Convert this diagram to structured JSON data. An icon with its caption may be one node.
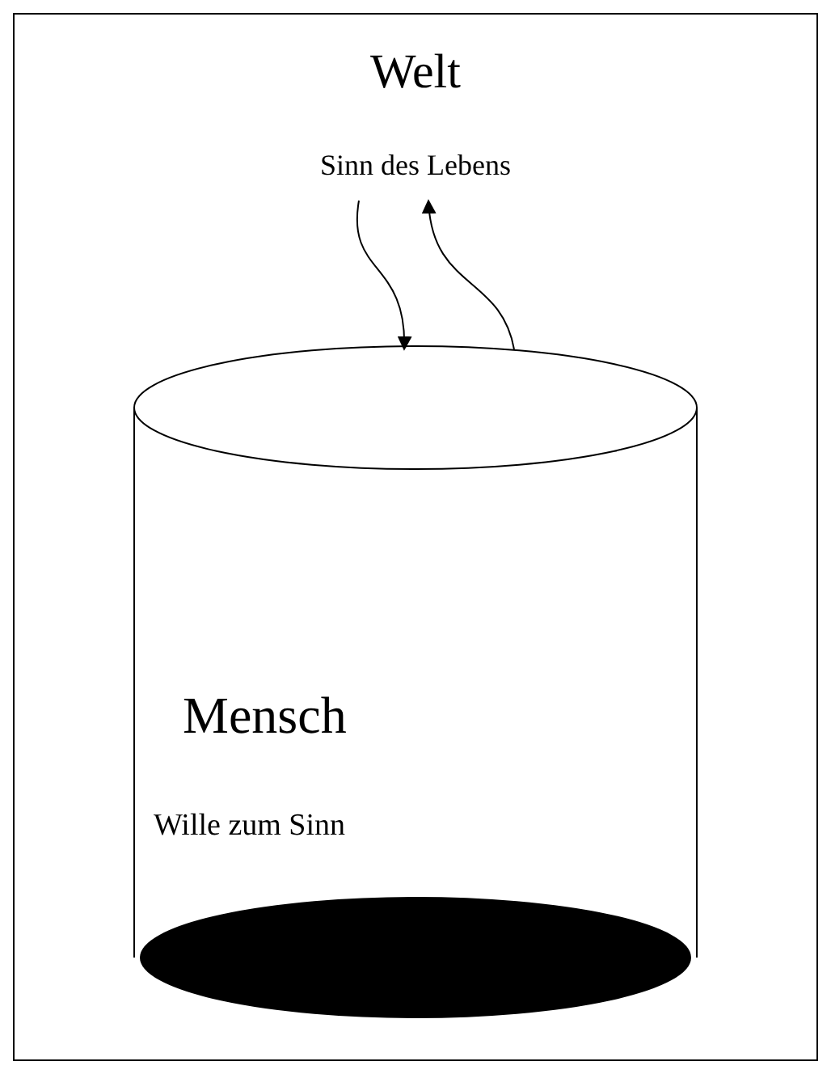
{
  "diagram": {
    "nodes": [
      {
        "text": [
          "Welt",
          "Sinn des Lebens"
        ]
      },
      {
        "text": [
          "Mensch",
          "Wille zum Sinn"
        ]
      }
    ],
    "edges": [
      {
        "from": 0,
        "to": 1,
        "arrow": "to"
      },
      {
        "from": 1,
        "to": 0,
        "arrow": "to"
      }
    ]
  }
}
